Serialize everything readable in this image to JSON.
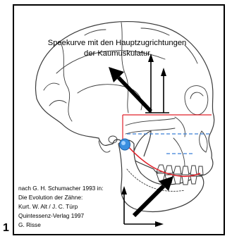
{
  "figure": {
    "number": "1",
    "title_line1": "Speekurve mit den Hauptzugrichtungen",
    "title_line2": "der Kaumuskulatur",
    "credit": [
      "nach G. H. Schumacher 1993 in:",
      "Die Evolution der Zähne:",
      "Kurt. W. Alt / J. C. Türp",
      "Quintessenz-Verlag 1997",
      "G. Risse"
    ]
  },
  "colors": {
    "frame": "#000000",
    "skull_line": "#3a3a3a",
    "bone_fill": "#ffffff",
    "speekurve": "#e0202a",
    "plane_line": "#e0202a",
    "dashed_plane": "#3a7fd6",
    "joint": "#3a8fe0",
    "arrow": "#000000"
  }
}
